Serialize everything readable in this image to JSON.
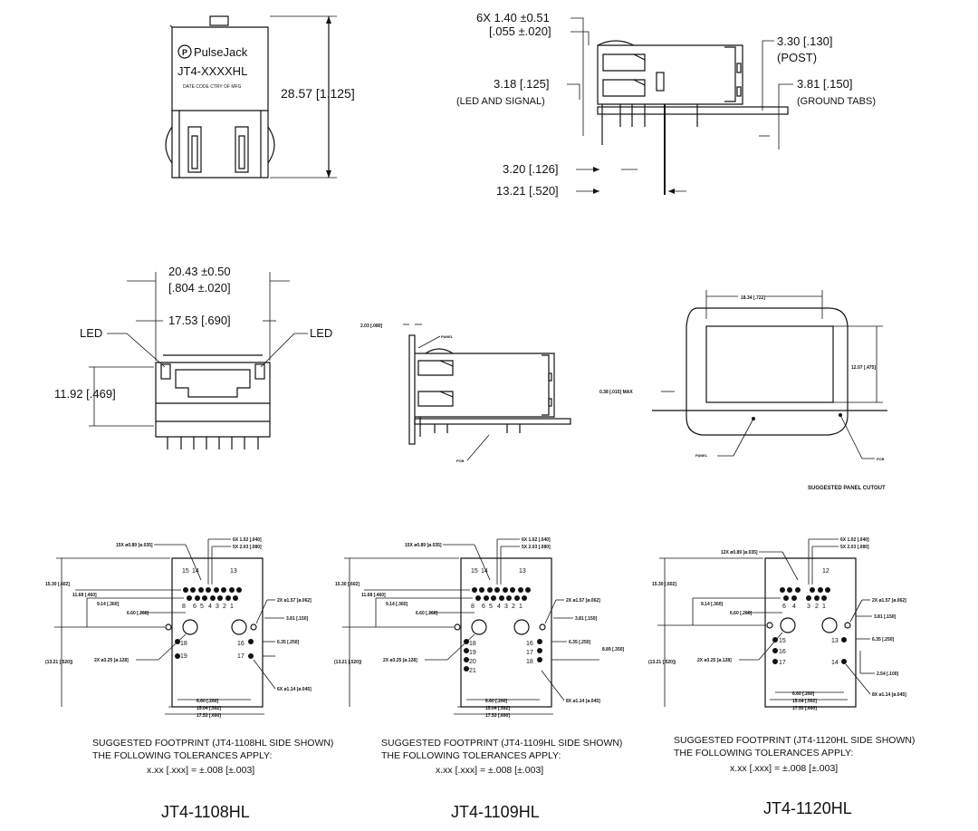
{
  "top_front": {
    "brand": "PulseJack",
    "model": "JT4-XXXXHL",
    "subline": "DATE CODE  CTRY OF MFG",
    "height_dim": "28.57 [1.125]"
  },
  "top_side": {
    "pin_pitch_dim": "6X 1.40 ±0.51",
    "pin_pitch_dim_in": "[.055 ±.020]",
    "post_dim": "3.30 [.130]",
    "post_label": "(POST)",
    "led_signal_dim": "3.18 [.125]",
    "led_signal_label": "(LED AND SIGNAL)",
    "ground_dim": "3.81 [.150]",
    "ground_label": "(GROUND TABS)",
    "dim_320": "3.20 [.126]",
    "dim_1321": "13.21 [.520]"
  },
  "front_view": {
    "width_outer": "20.43 ±0.50",
    "width_outer_in": "[.804 ±.020]",
    "width_inner": "17.53 [.690]",
    "led_left": "LED",
    "led_right": "LED",
    "height_dim": "11.92 [.469]"
  },
  "panel_side": {
    "dim_top": "2.03 [.080]",
    "panel_label": "PANEL",
    "pcb_label": "PCB"
  },
  "cutout": {
    "width_dim": "18.34 [.722]",
    "height_dim": "12.07 [.475]",
    "max_dim": "0.38 [.015] MAX",
    "panel_label": "PANEL",
    "pcb_label": "PCB",
    "caption": "SUGGESTED PANEL CUTOUT"
  },
  "footprints": [
    {
      "id": "JT4-1108HL",
      "caption1": "SUGGESTED FOOTPRINT (JT4-1108HL SIDE SHOWN)",
      "caption2": "THE FOLLOWING TOLERANCES APPLY:",
      "caption3": "x.xx [.xxx] = ±.008 [±.003]",
      "part": "JT4-1108HL",
      "holes_dim": "15X ø0.89 [ø.035]",
      "dim_6x": "6X 1.02 [.040]",
      "dim_5x": "5X 2.03 [.080]",
      "dim_a": "15.30 [.602]",
      "dim_b": "11.68 [.460]",
      "dim_c": "9.14 [.360]",
      "dim_d": "6.60 [.260]",
      "dim_e": "(13.21 [.520])",
      "dim_f": "2X ø3.25 [ø.128]",
      "dim_g": "2X ø1.57 [ø.062]",
      "dim_h": "3.81 [.150]",
      "dim_i": "6.35 [.250]",
      "dim_j": "6X ø1.14 [ø.045]",
      "dim_k": "6.60 [.260]",
      "dim_l": "15.04 [.592]",
      "dim_m": "17.53 [.690]",
      "pins_top": [
        "13",
        "15",
        "14"
      ],
      "pins_row": [
        "8",
        "6",
        "5",
        "4",
        "3",
        "2",
        "1"
      ],
      "pins_left": [
        "18",
        "19"
      ],
      "pins_right": [
        "16",
        "17"
      ]
    },
    {
      "id": "JT4-1109HL",
      "caption1": "SUGGESTED FOOTPRINT (JT4-1109HL SIDE SHOWN)",
      "caption2": "THE FOLLOWING TOLERANCES APPLY:",
      "caption3": "x.xx [.xxx] = ±.008 [±.003]",
      "part": "JT4-1109HL",
      "holes_dim": "15X ø0.89 [ø.035]",
      "dim_6x": "6X 1.02 [.040]",
      "dim_5x": "5X 2.03 [.080]",
      "dim_a": "15.30 [.602]",
      "dim_b": "11.68 [.460]",
      "dim_c": "9.14 [.360]",
      "dim_d": "6.60 [.260]",
      "dim_e": "(13.21 [.520])",
      "dim_f": "2X ø3.25 [ø.128]",
      "dim_g": "2X ø1.57 [ø.062]",
      "dim_h": "3.81 [.150]",
      "dim_i": "6.35 [.250]",
      "dim_i2": "8.89 [.350]",
      "dim_j": "8X ø1.14 [ø.045]",
      "dim_k": "6.60 [.260]",
      "dim_l": "15.04 [.592]",
      "dim_m": "17.53 [.690]",
      "pins_top": [
        "13",
        "15",
        "14"
      ],
      "pins_row": [
        "8",
        "6",
        "5",
        "4",
        "3",
        "2",
        "1"
      ],
      "pins_left": [
        "18",
        "19",
        "20",
        "21"
      ],
      "pins_right": [
        "16",
        "17",
        "18"
      ]
    },
    {
      "id": "JT4-1120HL",
      "caption1": "SUGGESTED FOOTPRINT (JT4-1120HL SIDE SHOWN)",
      "caption2": "THE FOLLOWING TOLERANCES APPLY:",
      "caption3": "x.xx [.xxx] = ±.008 [±.003]",
      "part": "JT4-1120HL",
      "holes_dim": "12X ø0.89 [ø.035]",
      "dim_6x": "6X 1.02 [.040]",
      "dim_5x": "5X 2.03 [.080]",
      "dim_a": "15.30 [.602]",
      "dim_c": "9.14 [.360]",
      "dim_d": "6.60 [.260]",
      "dim_e": "(13.21 [.520])",
      "dim_f": "2X ø3.25 [ø.128]",
      "dim_g": "2X ø1.57 [ø.062]",
      "dim_h": "3.81 [.150]",
      "dim_i": "6.35 [.250]",
      "dim_n": "2.54 [.100]",
      "dim_j": "8X ø1.14 [ø.045]",
      "dim_k": "6.60 [.260]",
      "dim_l": "15.04 [.592]",
      "dim_m": "17.53 [.690]",
      "pins_top": [
        "12"
      ],
      "pins_row": [
        "6",
        "4",
        "3",
        "2",
        "1"
      ],
      "pins_left": [
        "15",
        "16",
        "17"
      ],
      "pins_right": [
        "13",
        "14"
      ]
    }
  ]
}
